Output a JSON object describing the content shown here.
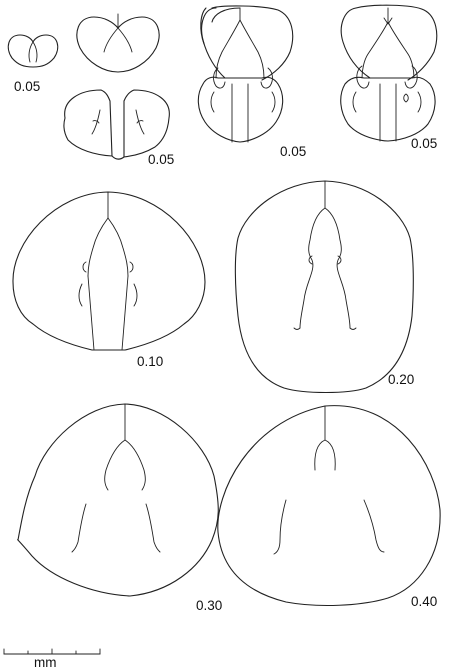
{
  "figure": {
    "labels": {
      "a": "0.05",
      "b": "0.05",
      "c": "0.05",
      "d": "0.05",
      "e": "0.10",
      "f": "0.20",
      "g": "0.30",
      "h": "0.40"
    },
    "scale_unit": "mm"
  }
}
